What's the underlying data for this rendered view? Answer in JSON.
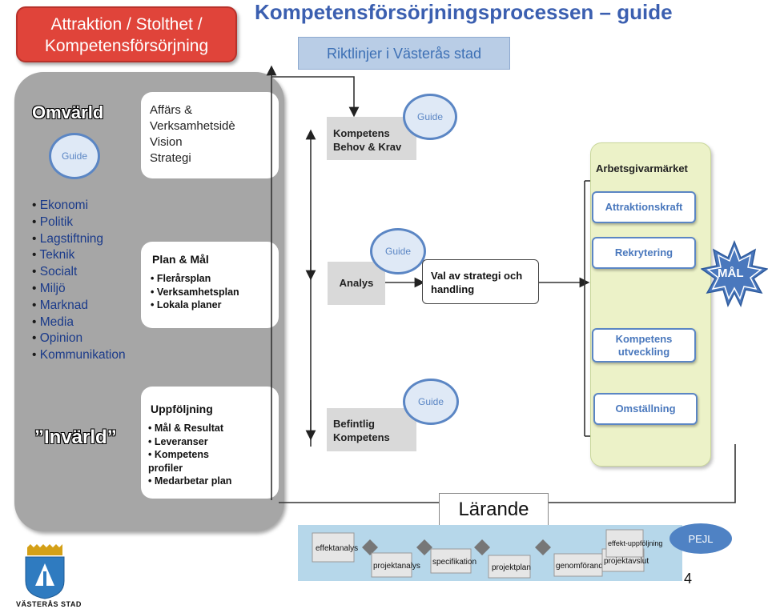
{
  "header": {
    "box_line1": "Attraktion / Stolthet /",
    "box_line2": "Kompetensförsörjning",
    "main_title": "Kompetensförsörjningsprocessen – guide",
    "subtitle": "Riktlinjer i Västerås stad"
  },
  "left_panel": {
    "omvarld_label": "Omvärld",
    "invarld_label": "”Invärld”",
    "guide_label": "Guide",
    "omvarld_items": [
      "Ekonomi",
      "Politik",
      "Lagstiftning",
      "Teknik",
      "Socialt",
      "Miljö",
      "Marknad",
      "Media",
      "Opinion",
      "Kommunikation"
    ],
    "affars_lines": [
      "Affärs &",
      "Verksamhetsidè",
      "Vision",
      "Strategi"
    ],
    "plan_title": "Plan & Mål",
    "plan_items": [
      "Flerårsplan",
      "Verksamhetsplan",
      "Lokala planer"
    ],
    "uppfoljning_title": "Uppföljning",
    "uppfoljning_items": [
      "Mål & Resultat",
      "Leveranser",
      "Kompetens profiler",
      "Medarbetar plan"
    ]
  },
  "process": {
    "kompetens_behov_line1": "Kompetens",
    "kompetens_behov_line2": "Behov & Krav",
    "guide_label": "Guide",
    "analys": "Analys",
    "val_line1": "Val av strategi och",
    "val_line2": "handling",
    "befintlig_line1": "Befintlig",
    "befintlig_line2": "Kompetens"
  },
  "right_panel": {
    "arbetsgivarmarket": "Arbetsgivarmärket",
    "attraktionskraft": "Attraktionskraft",
    "rekrytering": "Rekrytering",
    "kompetens_utveckling_line1": "Kompetens",
    "kompetens_utveckling_line2": "utveckling",
    "omstallning": "Omställning",
    "mal": "MÅL"
  },
  "bottom": {
    "larande": "Lärande",
    "strip_steps": [
      "effektanalys",
      "projektanalys",
      "specifikation",
      "projektplan",
      "genomförande",
      "projektavslut",
      "effekt-uppföljning"
    ],
    "pejl": "PEJL",
    "page_number": "4",
    "logo_text": "VÄSTERÅS STAD"
  },
  "colors": {
    "title_red": "#e0443a",
    "title_blue": "#3b5fb0",
    "guide_blue": "#5b86c4",
    "panel_grey": "#a6a6a6",
    "green_panel": "#ecf2c8",
    "strip_blue": "#b6d7ea"
  }
}
